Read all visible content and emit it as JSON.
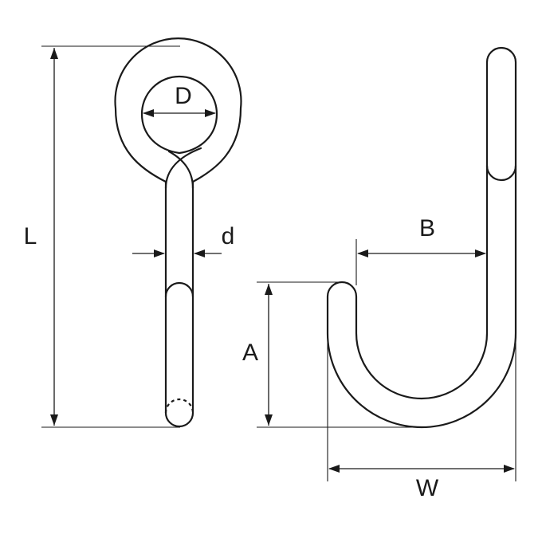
{
  "labels": {
    "L": "L",
    "D": "D",
    "d": "d",
    "A": "A",
    "B": "B",
    "W": "W"
  },
  "colors": {
    "line": "#1a1a1a",
    "background": "#ffffff"
  }
}
